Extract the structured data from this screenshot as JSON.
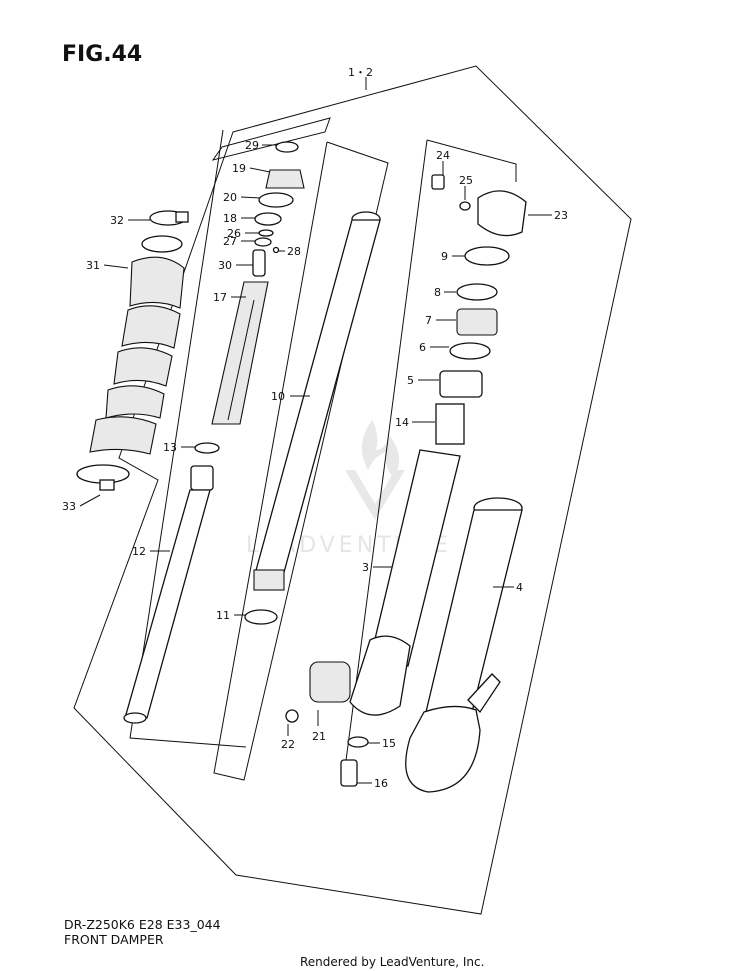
{
  "header": {
    "figure": "FIG.44"
  },
  "footer": {
    "model_code": "DR-Z250K6 E28 E33_044",
    "name": "FRONT DAMPER",
    "credit": "Rendered by LeadVenture, Inc."
  },
  "watermark": {
    "text": "LEADVENTURE"
  },
  "callouts": {
    "c1_2": "1・2",
    "c3": "3",
    "c4": "4",
    "c5": "5",
    "c6": "6",
    "c7": "7",
    "c8": "8",
    "c9": "9",
    "c10": "10",
    "c11": "11",
    "c12": "12",
    "c13": "13",
    "c14": "14",
    "c15": "15",
    "c16": "16",
    "c17": "17",
    "c18": "18",
    "c19": "19",
    "c20": "20",
    "c21": "21",
    "c22": "22",
    "c23": "23",
    "c24": "24",
    "c25": "25",
    "c26": "26",
    "c27": "27",
    "c28": "28",
    "c29": "29",
    "c30": "30",
    "c31": "31",
    "c32": "32",
    "c33": "33"
  },
  "colors": {
    "ink": "#111111",
    "watermark": "#e3e3e3"
  }
}
